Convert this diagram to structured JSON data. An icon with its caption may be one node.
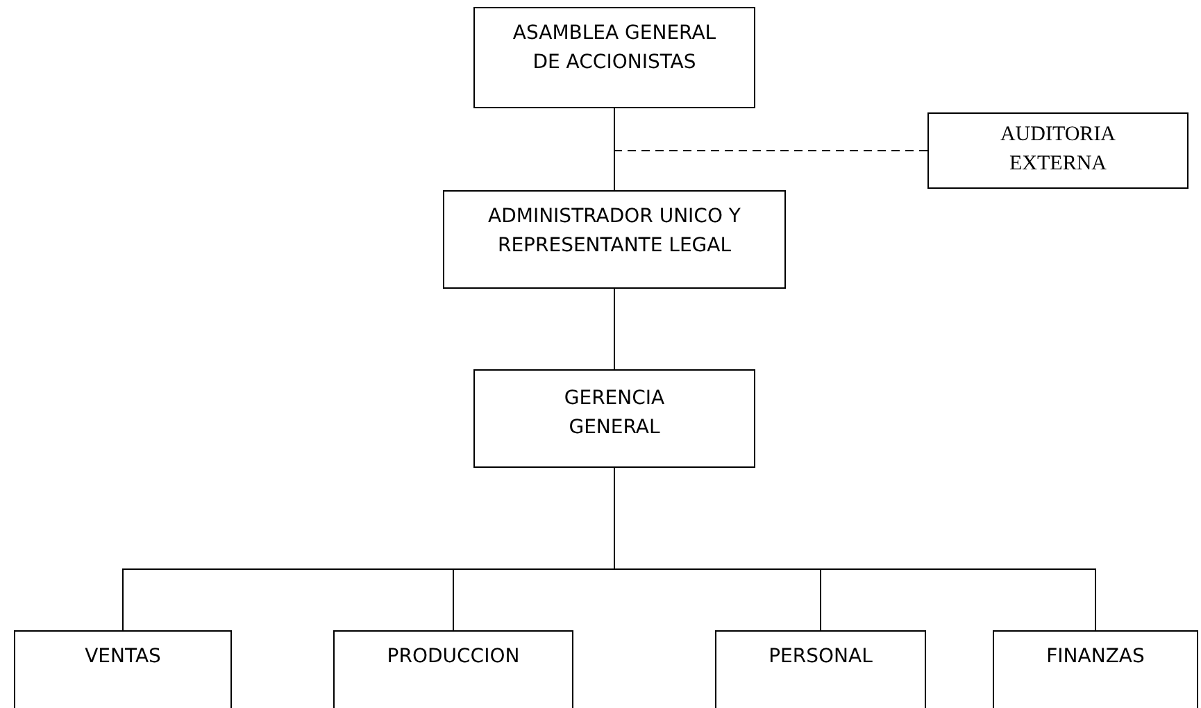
{
  "diagram": {
    "nodes": [
      {
        "text": [
          "ASAMBLEA GENERAL DE ACCIONISTAS"
        ]
      },
      {
        "text": [
          "AUDITORIA EXTERNA"
        ]
      },
      {
        "text": [
          "ADMINISTRADOR UNICO Y REPRESENTANTE LEGAL"
        ]
      },
      {
        "text": [
          "GERENCIA GENERAL"
        ]
      },
      {
        "text": [
          "VENTAS"
        ]
      },
      {
        "text": [
          "PRODUCCION"
        ]
      },
      {
        "text": [
          "PERSONAL"
        ]
      },
      {
        "text": [
          "FINANZAS"
        ]
      }
    ],
    "edges": [
      {
        "from": 0,
        "to": 2,
        "arrow": "none"
      },
      {
        "from": 1,
        "to": 2,
        "arrow": "none",
        "style": "dashed"
      },
      {
        "from": 2,
        "to": 3,
        "arrow": "none"
      },
      {
        "from": 3,
        "to": 4,
        "arrow": "none"
      },
      {
        "from": 3,
        "to": 5,
        "arrow": "none"
      },
      {
        "from": 3,
        "to": 6,
        "arrow": "none"
      },
      {
        "from": 3,
        "to": 7,
        "arrow": "none"
      }
    ]
  }
}
